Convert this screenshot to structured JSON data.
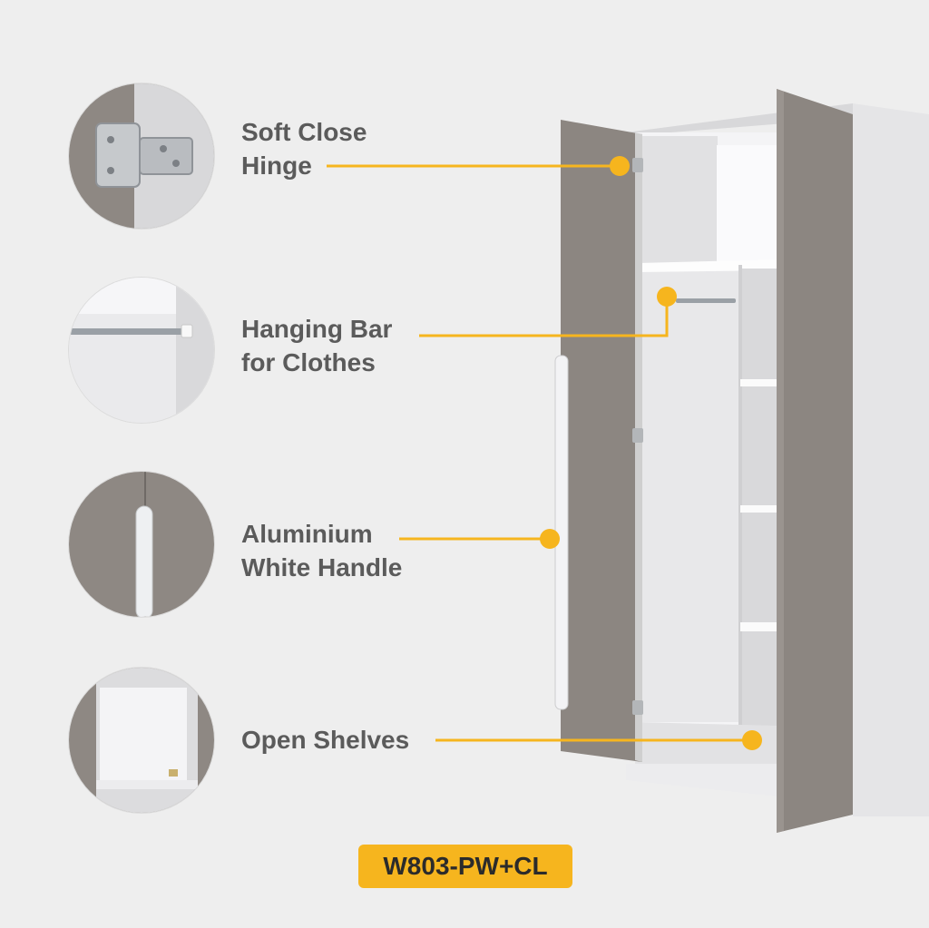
{
  "features": [
    {
      "lines": [
        "Soft Close",
        "Hinge"
      ],
      "icon": "hinge-icon"
    },
    {
      "lines": [
        "Hanging Bar",
        "for Clothes"
      ],
      "icon": "hanging-bar-icon"
    },
    {
      "lines": [
        "Aluminium",
        "White Handle"
      ],
      "icon": "handle-icon"
    },
    {
      "lines": [
        "Open Shelves"
      ],
      "icon": "shelves-icon"
    }
  ],
  "model_code": "W803-PW+CL",
  "colors": {
    "accent": "#f6b51e",
    "text": "#5b5b5b",
    "door": "#8c8681",
    "carcass": "#e6e6e8",
    "background": "#eeeeee"
  }
}
